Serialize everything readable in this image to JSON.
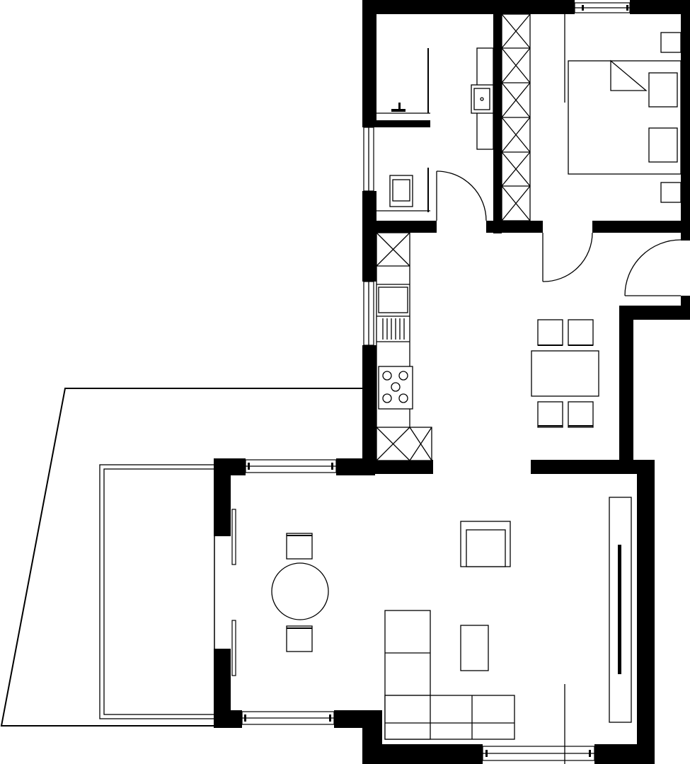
{
  "drawing": {
    "type": "apartment floor plan",
    "colors": {
      "wall": "#000000",
      "line": "#000000",
      "background": "#ffffff"
    },
    "text_labels": []
  },
  "rooms": [
    {
      "name": "bathroom",
      "icon": "bathroom-fixtures-icon"
    },
    {
      "name": "bedroom",
      "icon": "double-bed-icon"
    },
    {
      "name": "kitchen",
      "icon": "kitchen-counter-icon"
    },
    {
      "name": "dining-area",
      "icon": "dining-table-icon"
    },
    {
      "name": "living-room",
      "icon": "sofa-icon"
    },
    {
      "name": "terrace",
      "icon": "terrace-icon"
    }
  ]
}
